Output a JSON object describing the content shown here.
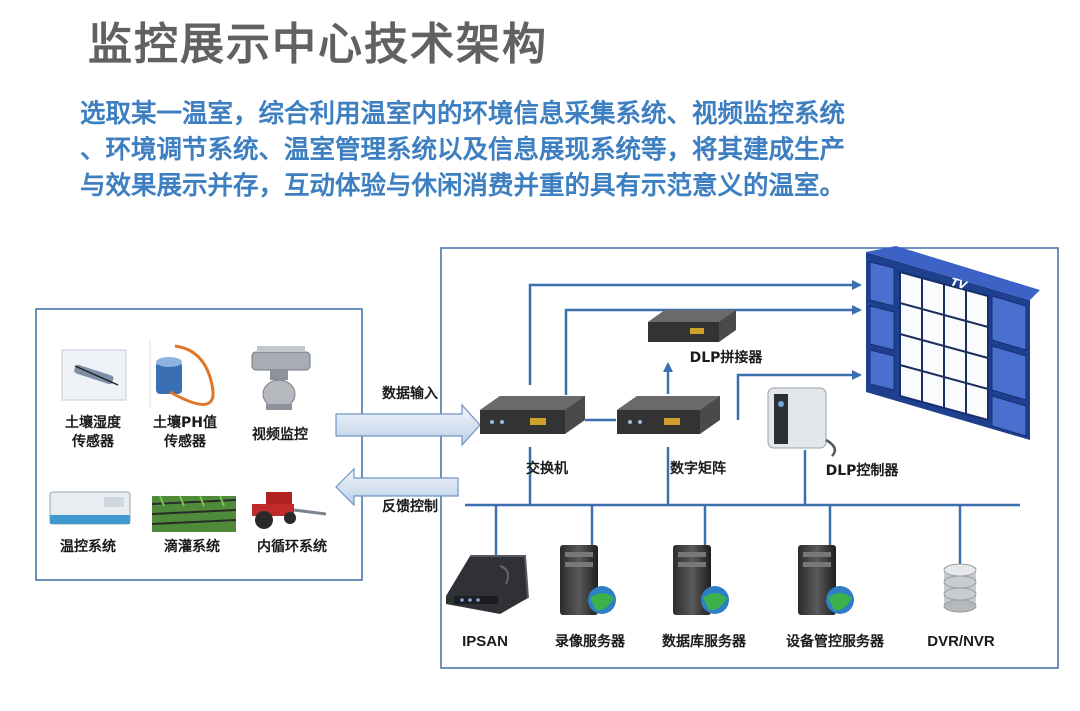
{
  "title": "监控展示中心技术架构",
  "description": [
    "选取某一温室，综合利用温室内的环境信息采集系统、视频监控系统",
    "、环境调节系统、温室管理系统以及信息展现系统等，将其建成生产",
    "与效果展示并存，互动体验与休闲消费并重的具有示范意义的温室。"
  ],
  "left_panel": {
    "soil_humidity": "土壤湿度\n传感器",
    "soil_ph": "土壤PH值\n传感器",
    "video": "视频监控",
    "temp_control": "温控系统",
    "drip": "滴灌系统",
    "circulation": "内循环系统"
  },
  "arrows": {
    "input": "数据输入",
    "feedback": "反馈控制"
  },
  "network": {
    "switch": "交换机",
    "matrix": "数字矩阵",
    "dlp_splicer": "DLP拼接器",
    "dlp_controller": "DLP控制器",
    "tv_label": "TV",
    "ipsan": "IPSAN",
    "recording_server": "录像服务器",
    "database_server": "数据库服务器",
    "device_server": "设备管控服务器",
    "dvr": "DVR/NVR"
  }
}
